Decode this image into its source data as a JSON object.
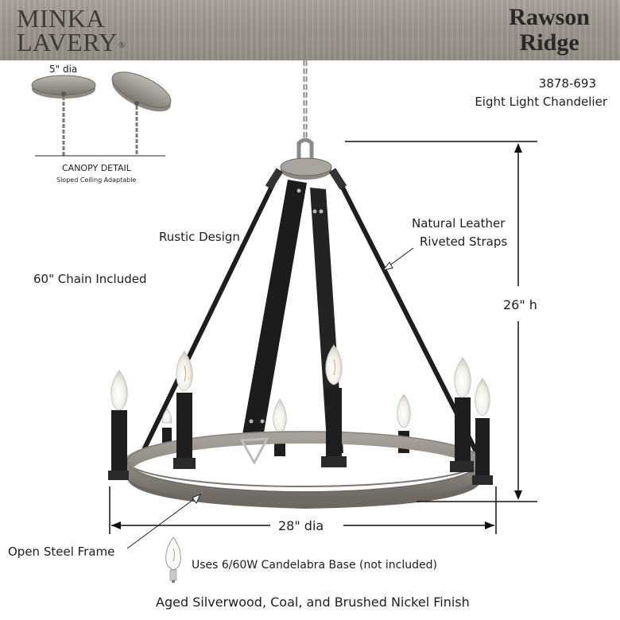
{
  "brand": {
    "line1": "MINKA",
    "line2": "LAVERY",
    "registered": "®"
  },
  "product": {
    "name_line1": "Rawson",
    "name_line2": "Ridge",
    "sku": "3878-693",
    "type": "Eight Light Chandelier"
  },
  "canopy": {
    "diameter": "5\" dia",
    "title": "CANOPY DETAIL",
    "subtitle": "Sloped Ceiling Adaptable"
  },
  "features": {
    "rustic": "Rustic Design",
    "chain": "60\" Chain Included",
    "leather_line1": "Natural Leather",
    "leather_line2": "Riveted Straps",
    "frame": "Open Steel Frame",
    "bulb": "Uses 6/60W Candelabra Base (not included)",
    "finish": "Aged Silverwood, Coal, and Brushed Nickel Finish"
  },
  "dimensions": {
    "height": "26\" h",
    "width": "28\" dia"
  },
  "colors": {
    "banner": "#9b958d",
    "strap": "#1e1e1e",
    "ring": "#8f8a84",
    "nickel": "#a9a9a9"
  }
}
